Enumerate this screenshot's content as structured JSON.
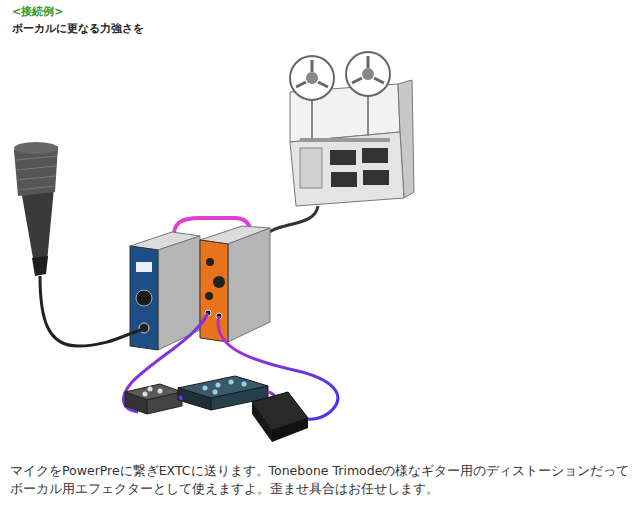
{
  "diagram": {
    "title": "<接続例>",
    "caption": "マイクをPowerPreに繋ぎEXTCに送ります。Tonebone Trimodeの様なギター用のディストーションだってボーカル用エフェクターとして使えますよ。歪ませ具合はお任せします。",
    "labels": [
      "ボーカルに更なる力強さを"
    ]
  }
}
